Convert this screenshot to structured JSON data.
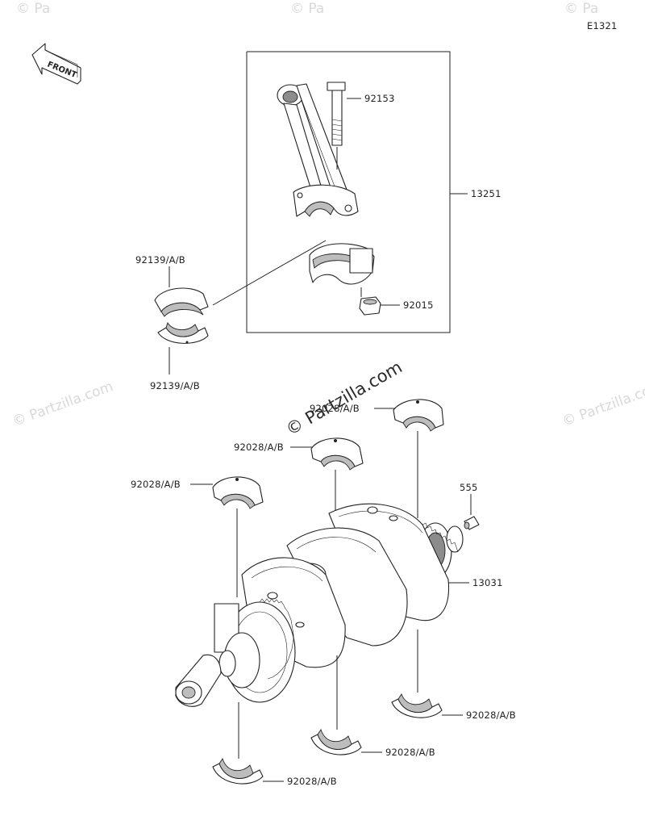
{
  "diagram": {
    "code": "E1321",
    "front_label": "FRONT",
    "watermarks": {
      "main": "© Partzilla.com",
      "faint": "© Partzilla.com",
      "faint_short": "© Pa"
    },
    "parts": {
      "bolt": "92153",
      "rod_assembly": "13251",
      "rod_bearing_upper": "92139/A/B",
      "rod_bearing_lower": "92139/A/B",
      "nut": "92015",
      "main_bearing_top_right": "92028/A/B",
      "main_bearing_top_mid": "92028/A/B",
      "main_bearing_top_left": "92028/A/B",
      "dowel": "555",
      "crankshaft": "13031",
      "main_bearing_bot_right": "92028/A/B",
      "main_bearing_bot_mid": "92028/A/B",
      "main_bearing_bot_left": "92028/A/B"
    }
  }
}
